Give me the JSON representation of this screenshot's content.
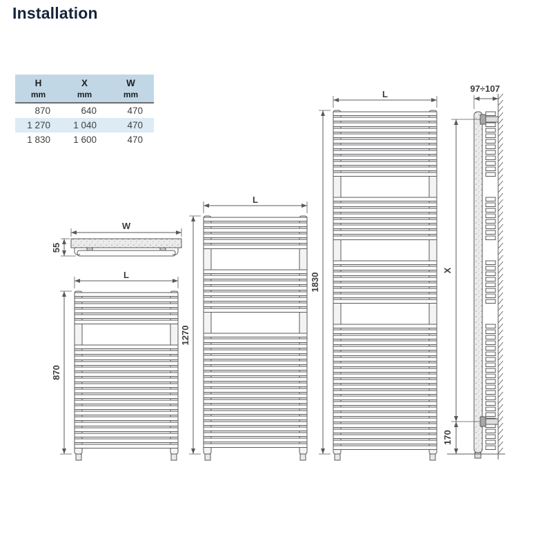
{
  "title": "Installation",
  "table": {
    "headers": [
      {
        "name": "H",
        "unit": "mm"
      },
      {
        "name": "X",
        "unit": "mm"
      },
      {
        "name": "W",
        "unit": "mm"
      }
    ],
    "rows": [
      [
        "870",
        "640",
        "470"
      ],
      [
        "1 270",
        "1 040",
        "470"
      ],
      [
        "1 830",
        "1 600",
        "470"
      ]
    ]
  },
  "diagrams": {
    "front_views": [
      {
        "width_label": "L",
        "height_label": "870"
      },
      {
        "width_label": "L",
        "height_label": "1270"
      },
      {
        "width_label": "L",
        "height_label": "1830"
      }
    ],
    "top_view": {
      "width_label": "W",
      "depth_label": "55"
    },
    "side_view": {
      "depth_label": "97÷107",
      "height_label": "X",
      "bottom_label": "170"
    }
  },
  "colors": {
    "title": "#16233c",
    "table_header_bg": "#c1d7e6",
    "table_alt_row_bg": "#dcebf4",
    "line": "#58595b"
  }
}
